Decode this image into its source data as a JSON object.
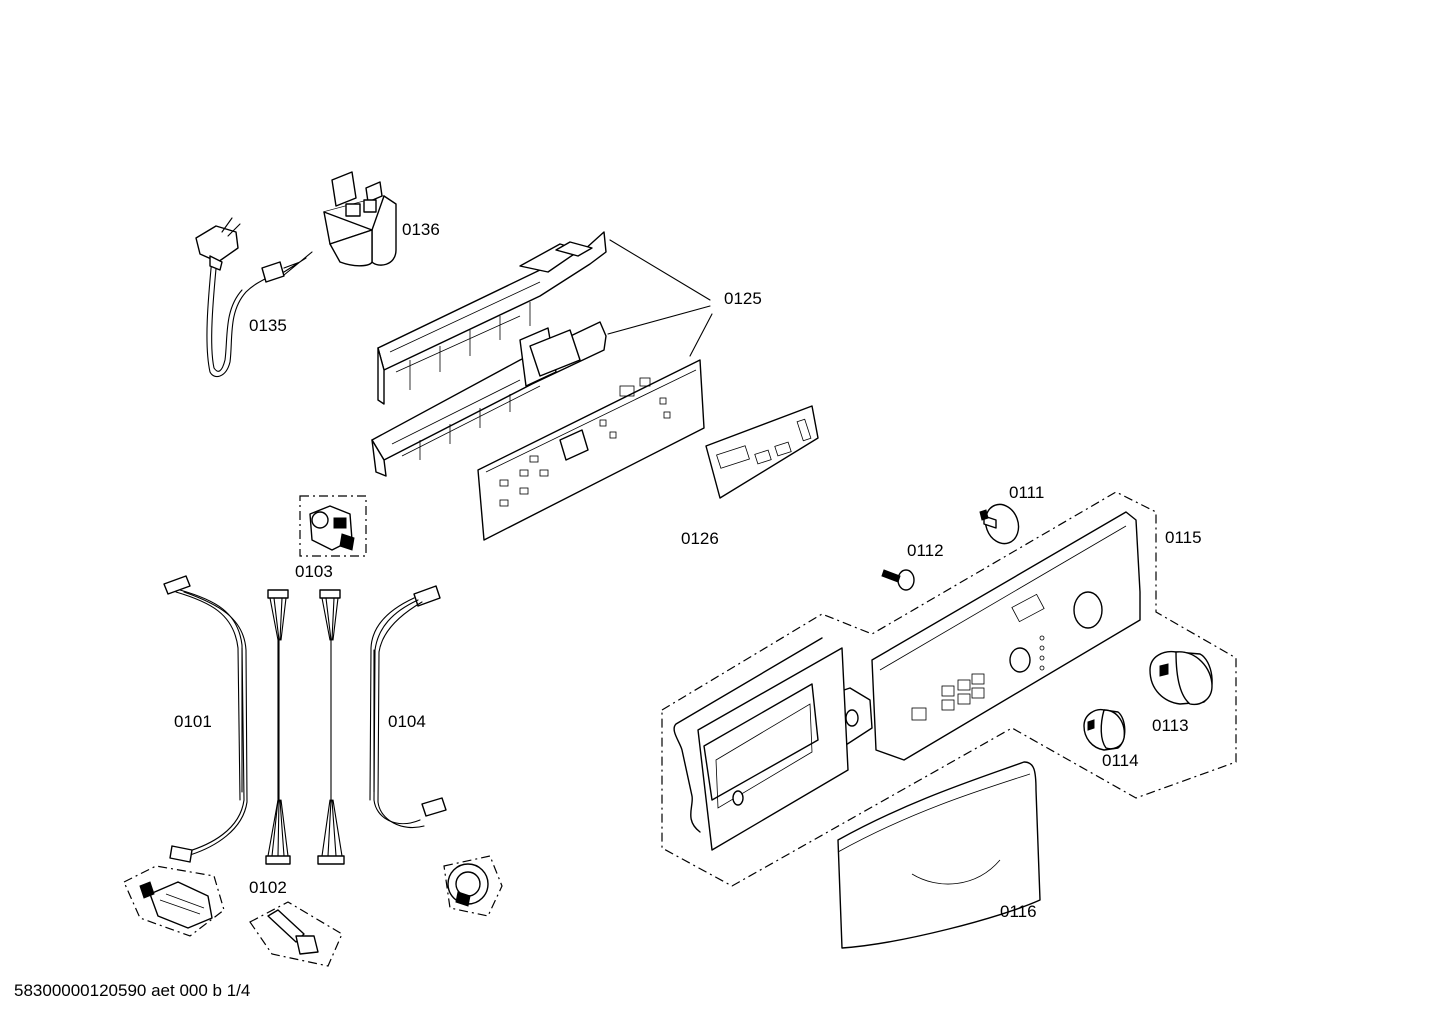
{
  "labels": {
    "p0101": "0101",
    "p0102": "0102",
    "p0103": "0103",
    "p0104": "0104",
    "p0111": "0111",
    "p0112": "0112",
    "p0113": "0113",
    "p0114": "0114",
    "p0115": "0115",
    "p0116": "0116",
    "p0125": "0125",
    "p0126": "0126",
    "p0135": "0135",
    "p0136": "0136"
  },
  "footer": "58300000120590 aet 000 b 1/4"
}
